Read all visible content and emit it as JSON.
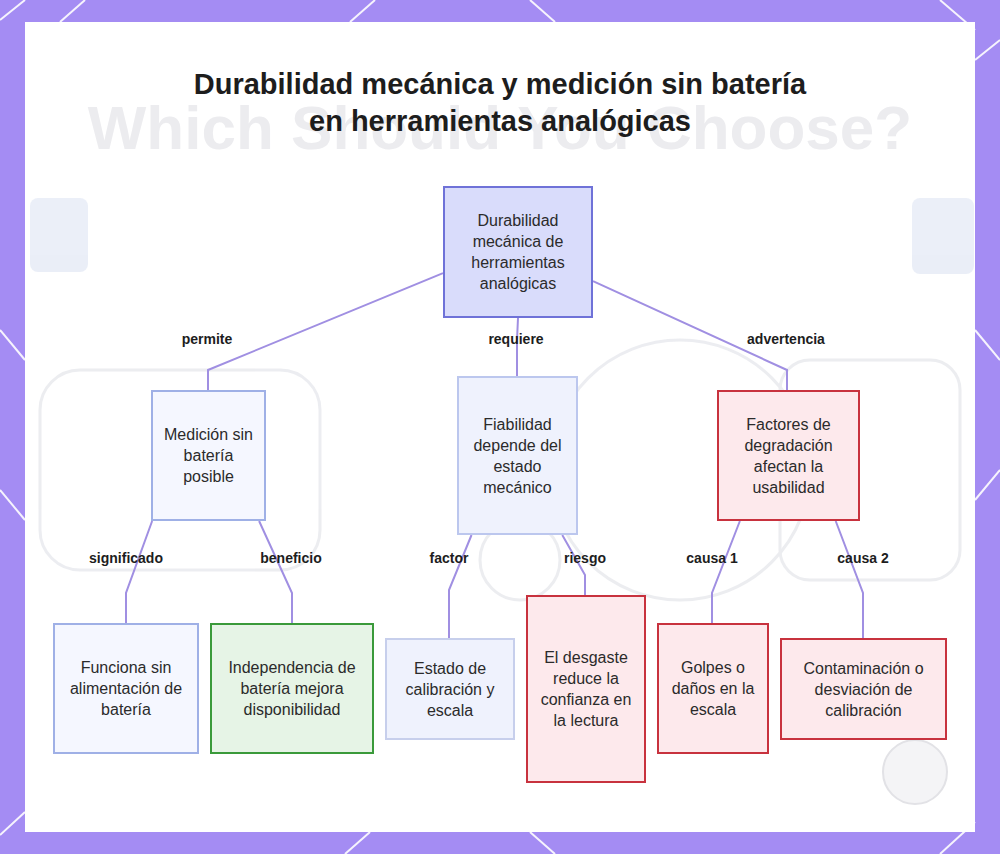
{
  "diagram": {
    "title": "Durabilidad mecánica y medición sin batería en herramientas analógicas",
    "nodes": [
      {
        "text": [
          "Durabilidad mecánica de herramientas analógicas"
        ]
      },
      {
        "text": [
          "Medición sin batería posible"
        ]
      },
      {
        "text": [
          "Fiabilidad depende del estado mecánico"
        ]
      },
      {
        "text": [
          "Factores de degradación afectan la usabilidad"
        ]
      },
      {
        "text": [
          "Funciona sin alimentación de batería"
        ]
      },
      {
        "text": [
          "Independencia de batería mejora disponibilidad"
        ]
      },
      {
        "text": [
          "Estado de calibración y escala"
        ]
      },
      {
        "text": [
          "El desgaste reduce la confianza en la lectura"
        ]
      },
      {
        "text": [
          "Golpes o daños en la escala"
        ]
      },
      {
        "text": [
          "Contaminación o desviación de calibración"
        ]
      }
    ],
    "edges": [
      {
        "from": 0,
        "to": 1,
        "arrow": "none",
        "label": "permite"
      },
      {
        "from": 0,
        "to": 2,
        "arrow": "none",
        "label": "requiere"
      },
      {
        "from": 0,
        "to": 3,
        "arrow": "none",
        "label": "advertencia"
      },
      {
        "from": 1,
        "to": 4,
        "arrow": "none",
        "label": "significado"
      },
      {
        "from": 1,
        "to": 5,
        "arrow": "none",
        "label": "beneficio"
      },
      {
        "from": 2,
        "to": 6,
        "arrow": "none",
        "label": "factor"
      },
      {
        "from": 2,
        "to": 7,
        "arrow": "none",
        "label": "riesgo"
      },
      {
        "from": 3,
        "to": 8,
        "arrow": "none",
        "label": "causa 1"
      },
      {
        "from": 3,
        "to": 9,
        "arrow": "none",
        "label": "causa 2"
      }
    ],
    "labels": [
      "Which Should You Choose?"
    ]
  }
}
